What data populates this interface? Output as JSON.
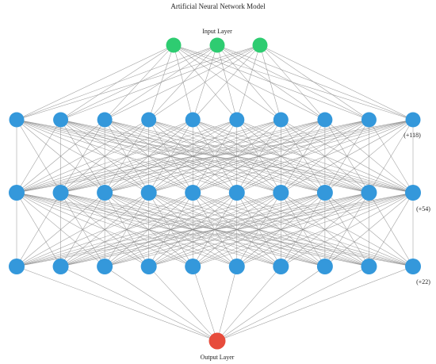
{
  "title": "Artificial Neural Network Model",
  "colors": {
    "input": "#2ecc71",
    "hidden": "#3498db",
    "output": "#e74c3c",
    "edge": "#8a8a8a",
    "background": "#ffffff"
  },
  "layers": [
    {
      "id": "input",
      "label": "Input Layer",
      "nodes": 3,
      "extra": ""
    },
    {
      "id": "hidden1",
      "label": "",
      "nodes": 10,
      "extra": "(+118)"
    },
    {
      "id": "hidden2",
      "label": "",
      "nodes": 10,
      "extra": "(+54)"
    },
    {
      "id": "hidden3",
      "label": "",
      "nodes": 10,
      "extra": "(+22)"
    },
    {
      "id": "output",
      "label": "Output Layer",
      "nodes": 1,
      "extra": ""
    }
  ]
}
